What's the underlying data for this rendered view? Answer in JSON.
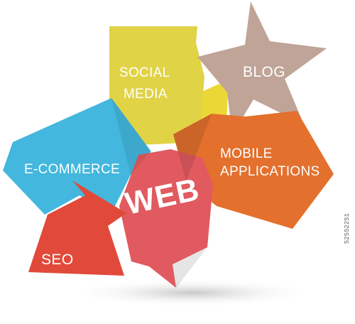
{
  "colors": {
    "social_media": "#E0D346",
    "blog": "#BFA497",
    "ecommerce": "#43B7DD",
    "mobile": "#E3702D",
    "web": "#E05A5F",
    "seo": "#E14A3A",
    "accent_yellow": "#EBD836"
  },
  "labels": {
    "social_line1": "SOCIAL",
    "social_line2": "MEDIA",
    "blog": "BLOG",
    "ecommerce": "E-COMMERCE",
    "mobile_line1": "MOBILE",
    "mobile_line2": "APPLICATIONS",
    "web": "WEB",
    "seo": "SEO"
  },
  "stock_id": "52552251"
}
